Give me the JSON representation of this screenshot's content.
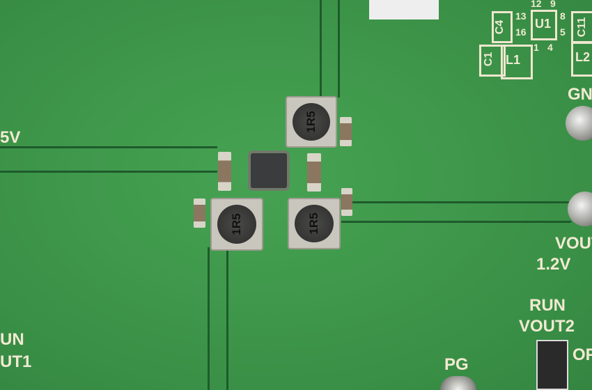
{
  "silkscreen": {
    "v5": "5V",
    "gnd": "GN",
    "vout": "VOUT",
    "vout_value": "1.2V",
    "run": "RUN",
    "vout2": "VOUT2",
    "pg": "PG",
    "off": "OF",
    "run_left": "UN",
    "vout1": "UT1",
    "c4": "C4",
    "c11": "C11",
    "c1": "C1",
    "l1": "L1",
    "l2": "L2",
    "u1": "U1",
    "pins": [
      "12",
      "9",
      "13",
      "16",
      "8",
      "5",
      "1",
      "4"
    ]
  },
  "inductor_marking": "1R5",
  "colors": {
    "board": "#3f9a4a",
    "trace": "#1e5a2c",
    "silkscreen": "#f1ead2"
  }
}
